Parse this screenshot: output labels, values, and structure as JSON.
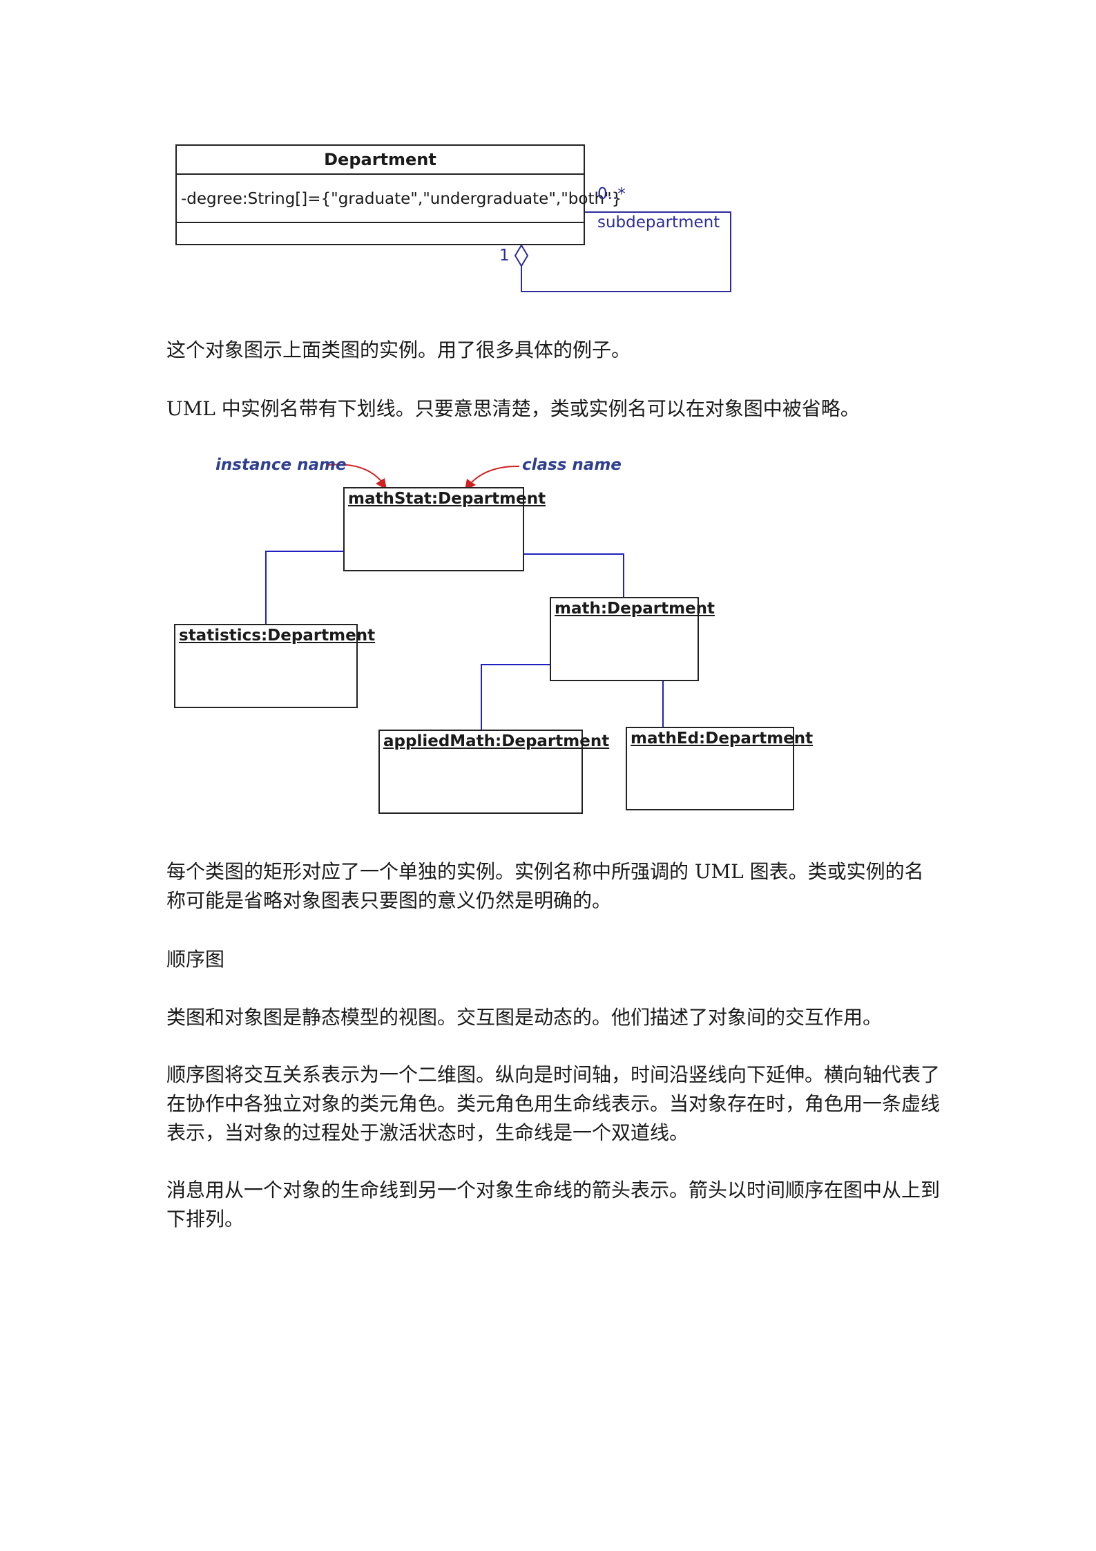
{
  "class_diagram": {
    "class_name": "Department",
    "attribute": "-degree:String[]={\"graduate\",\"undergraduate\",\"both\"}",
    "multiplicity_many": "0..*",
    "role": "subdepartment",
    "multiplicity_one": "1"
  },
  "paragraphs": {
    "p1": "这个对象图示上面类图的实例。用了很多具体的例子。",
    "p2": "UML 中实例名带有下划线。只要意思清楚，类或实例名可以在对象图中被省略。",
    "p3": "每个类图的矩形对应了一个单独的实例。实例名称中所强调的 UML 图表。类或实例的名称可能是省略对象图表只要图的意义仍然是明确的。",
    "p4": "顺序图",
    "p5": "类图和对象图是静态模型的视图。交互图是动态的。他们描述了对象间的交互作用。",
    "p6": "顺序图将交互关系表示为一个二维图。纵向是时间轴，时间沿竖线向下延伸。横向轴代表了在协作中各独立对象的类元角色。类元角色用生命线表示。当对象存在时，角色用一条虚线表示，当对象的过程处于激活状态时，生命线是一个双道线。",
    "p7": "消息用从一个对象的生命线到另一个对象生命线的箭头表示。箭头以时间顺序在图中从上到下排列。"
  },
  "object_diagram": {
    "callout_instance": "instance name",
    "callout_class": "class name",
    "objects": {
      "mathstat": "mathStat:Department",
      "statistics": "statistics:Department",
      "math": "math:Department",
      "appliedmath": "appliedMath:Department",
      "mathed": "mathEd:Department"
    }
  },
  "colors": {
    "link_line": "#2020c0",
    "association_line": "#2b2b9a",
    "callout_arrow": "#d02020",
    "callout_text": "#2f3f8f"
  }
}
